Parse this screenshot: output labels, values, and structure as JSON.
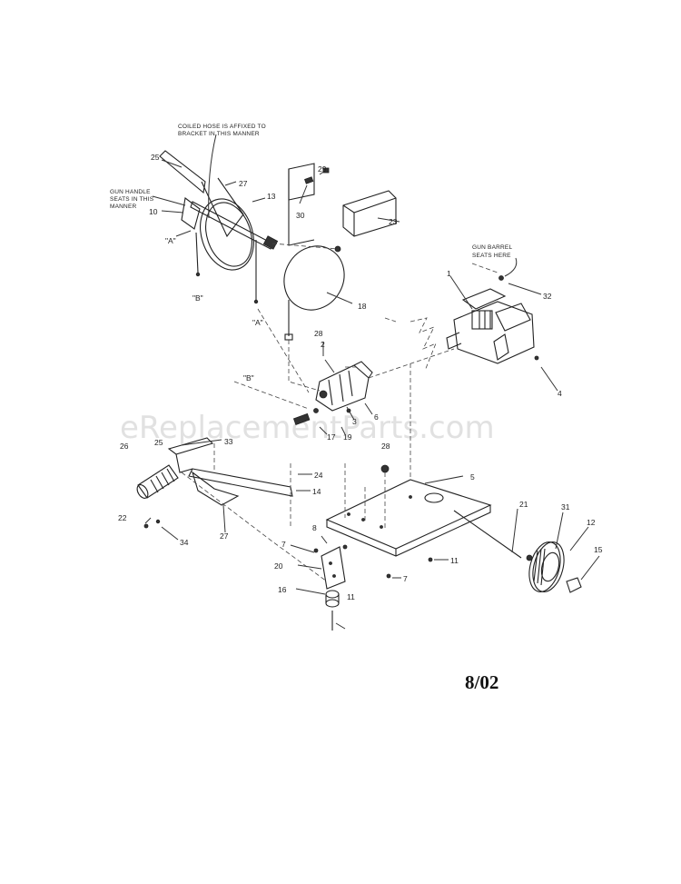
{
  "notes": {
    "coiled_hose": [
      "COILED HOSE IS AFFIXED TO",
      "BRACKET IN THIS MANNER"
    ],
    "gun_handle": [
      "GUN HANDLE",
      "SEATS IN THIS",
      "MANNER"
    ],
    "gun_barrel": [
      "GUN BARREL",
      "SEATS HERE"
    ]
  },
  "watermark": "eReplacementParts.com",
  "date": "8/02",
  "callouts": [
    "25",
    "27",
    "13",
    "10",
    "\"A\"",
    "\"B\"",
    "\"A\"",
    "29",
    "30",
    "23",
    "18",
    "1",
    "32",
    "4",
    "2",
    "\"B\"",
    "3",
    "6",
    "17",
    "19",
    "28",
    "5",
    "26",
    "25",
    "33",
    "24",
    "14",
    "22",
    "34",
    "27",
    "8",
    "7",
    "20",
    "16",
    "11",
    "11",
    "7",
    "21",
    "31",
    "12",
    "15",
    "28"
  ]
}
